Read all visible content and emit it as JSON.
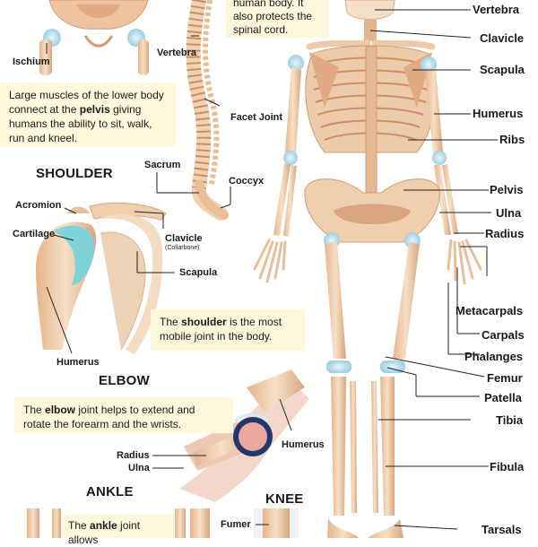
{
  "spine_text": {
    "line1": "human body. It",
    "line2": "also protects the",
    "line3": "spinal cord."
  },
  "pelvis_box": {
    "pre": "Large muscles of the lower body connect at the ",
    "bold": "pelvis",
    "post": " giving humans the ability to sit, walk, run and kneel."
  },
  "shoulder_box": {
    "pre": "The ",
    "bold": "shoulder",
    "post": " is the most mobile joint in the body."
  },
  "elbow_box": {
    "pre": "The ",
    "bold": "elbow",
    "post": " joint helps to extend and rotate the forearm and the wrists."
  },
  "ankle_box": {
    "pre": "The ",
    "bold": "ankle",
    "post": " joint allows"
  },
  "headings": {
    "shoulder": "SHOULDER",
    "elbow": "ELBOW",
    "ankle": "ANKLE",
    "knee": "KNEE"
  },
  "left_labels": {
    "ischium": "Ischium",
    "vertebra": "Vertebra",
    "facet_joint": "Facet Joint",
    "sacrum": "Sacrum",
    "coccyx": "Coccyx",
    "acromion": "Acromion",
    "cartilage": "Cartilage",
    "clavicle": "Clavicle",
    "collarbone": "(Collarbone)",
    "scapula": "Scapula",
    "humerus": "Humerus",
    "elbow_humerus": "Humerus",
    "radius": "Radius",
    "ulna": "Ulna",
    "fumer": "Fumer"
  },
  "skeleton_labels": {
    "vertebra": "Vertebra",
    "clavicle": "Clavicle",
    "scapula": "Scapula",
    "humerus": "Humerus",
    "ribs": "Ribs",
    "pelvis": "Pelvis",
    "ulna": "Ulna",
    "radius": "Radius",
    "metacarpals": "Metacarpals",
    "carpals": "Carpals",
    "phalanges": "Phalanges",
    "femur": "Femur",
    "patella": "Patella",
    "tibia": "Tibia",
    "fibula": "Fibula",
    "tarsals": "Tarsals"
  },
  "colors": {
    "bone": "#f1d3b3",
    "bone_shade": "#d9a57f",
    "cartilage": "#7fd3d8",
    "box": "#fdf7dc",
    "muscle": "#e9a9a0"
  }
}
